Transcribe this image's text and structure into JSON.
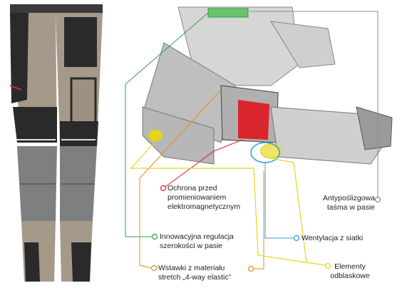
{
  "labels": {
    "antislip": {
      "line1": "Antypoślizgowa",
      "line2": "taśma w pasie",
      "color": "#8a8a8a"
    },
    "emf": {
      "line1": "Ochrona przed",
      "line2": "promieniowaniem",
      "line3": "elektromagnetycznym",
      "color": "#d8262c"
    },
    "ventilation": {
      "line1": "Wentylacja z siatki",
      "color": "#27a3d6"
    },
    "waist": {
      "line1": "Innowacyjna regulacja",
      "line2": "szerokości w pasie",
      "color": "#2e9e47"
    },
    "reflective": {
      "line1": "Elementy",
      "line2": "odblaskowe",
      "color": "#e8d41a"
    },
    "stretch": {
      "line1": "Wstawki z materiału",
      "line2": "stretch „4-way elastic”",
      "color": "#e88a1a"
    }
  },
  "colors": {
    "pants_khaki": "#a59a8a",
    "pants_black": "#2a2a2a",
    "pants_grey": "#7d7f80",
    "accent_red": "#d8262c",
    "sketch_grey": "#c9c9c9"
  }
}
